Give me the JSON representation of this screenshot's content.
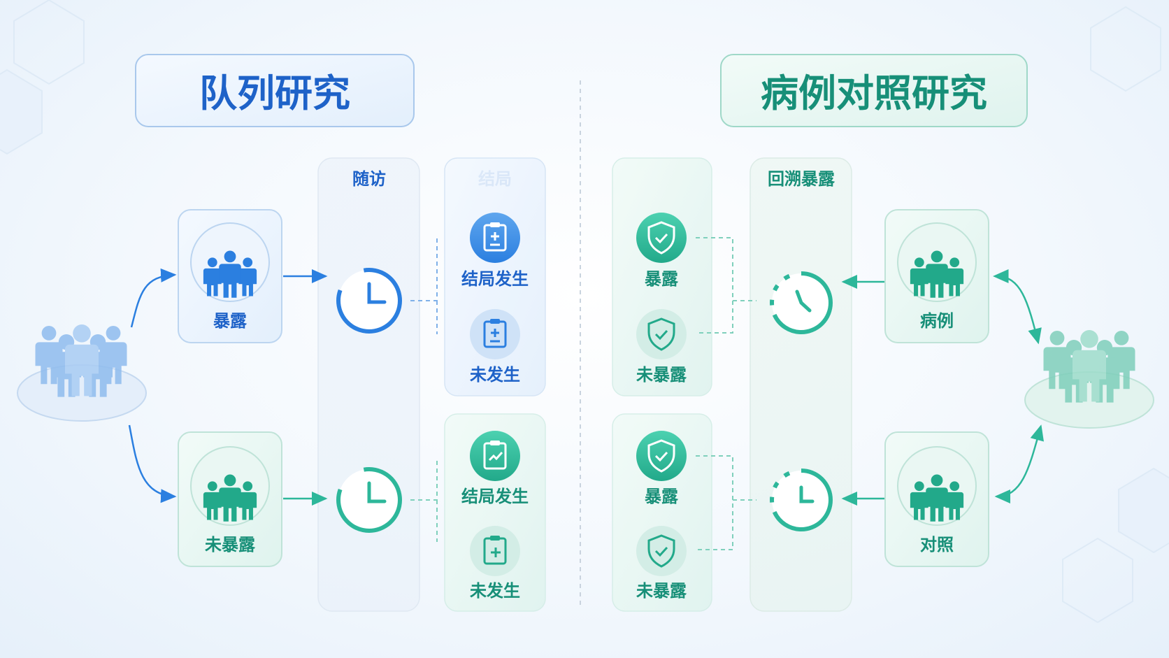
{
  "colors": {
    "blue": "#2b7fe0",
    "blue_light": "#9fc3ee",
    "teal": "#2db79a",
    "teal_light": "#a8dccf",
    "title_blue": "#1e62c8",
    "title_teal": "#178f78"
  },
  "left": {
    "title": "队列研究",
    "col_followup": "随访",
    "col_outcome": "结局",
    "group_exposed": "暴露",
    "group_unexposed": "未暴露",
    "outcome_occurred_1": "结局发生",
    "outcome_not_1": "未发生",
    "outcome_occurred_2": "结局发生",
    "outcome_not_2": "未发生"
  },
  "right": {
    "title": "病例对照研究",
    "col_retro": "回溯暴露",
    "group_case": "病例",
    "group_control": "对照",
    "exposed_1": "暴露",
    "unexposed_1": "未暴露",
    "exposed_2": "暴露",
    "unexposed_2": "未暴露"
  },
  "icons": {
    "population": "people-crowd-icon",
    "group": "group-people-icon",
    "clock": "clock-icon",
    "clipboard": "clipboard-icon",
    "shield": "shield-check-icon"
  }
}
